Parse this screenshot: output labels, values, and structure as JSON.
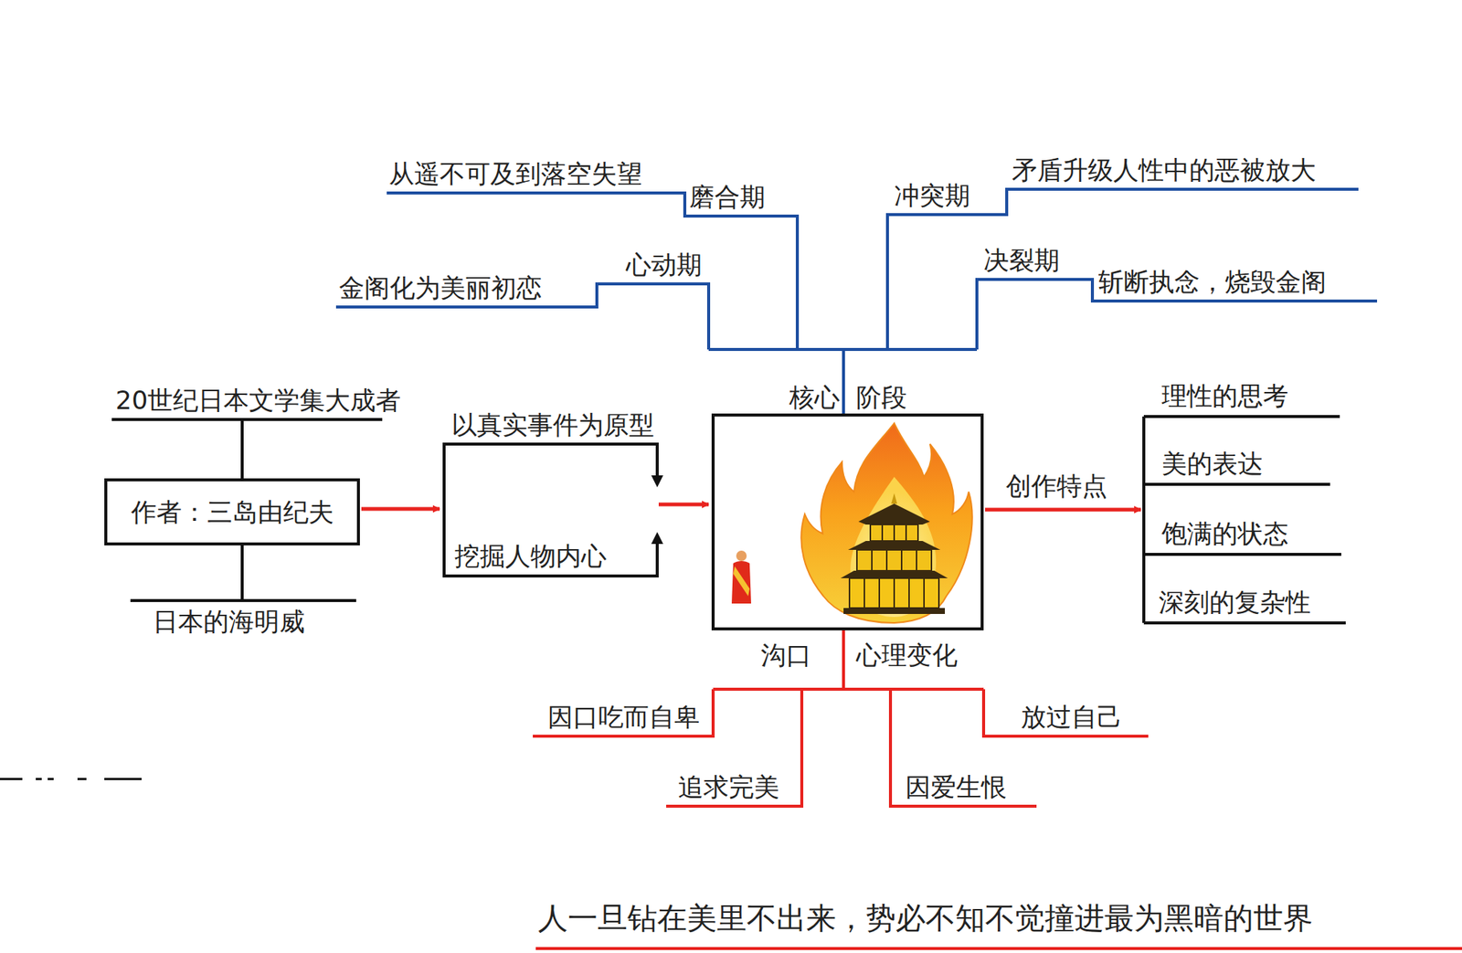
{
  "diagram": {
    "nodes": [
      {
        "text": [
          "作者：三岛由纪夫"
        ]
      },
      {
        "text": [
          "以真实事件为原型",
          "挖掘人物内心"
        ]
      },
      {
        "text": [
          "核心",
          "阶段",
          "沟口",
          "心理变化"
        ]
      },
      {
        "text": [
          "理性的思考",
          "美的表达",
          "饱满的状态",
          "深刻的复杂性"
        ]
      }
    ],
    "edges": [
      {
        "from": 0,
        "to": 1,
        "arrow": "to"
      },
      {
        "from": 1,
        "to": 2,
        "arrow": "to"
      },
      {
        "from": 2,
        "to": 3,
        "label": "创作特点",
        "arrow": "to"
      }
    ],
    "labels": [
      "心动期",
      "金阁化为美丽初恋",
      "磨合期",
      "从遥不可及到落空失望",
      "冲突期",
      "矛盾升级人性中的恶被放大",
      "决裂期",
      "斩断执念，烧毁金阁",
      "20世纪日本文学集大成者",
      "日本的海明威",
      "因口吃而自卑",
      "追求完美",
      "因爱生恨",
      "放过自己",
      "人一旦钻在美里不出来，势必不知不觉撞进最为黑暗的世界"
    ]
  }
}
